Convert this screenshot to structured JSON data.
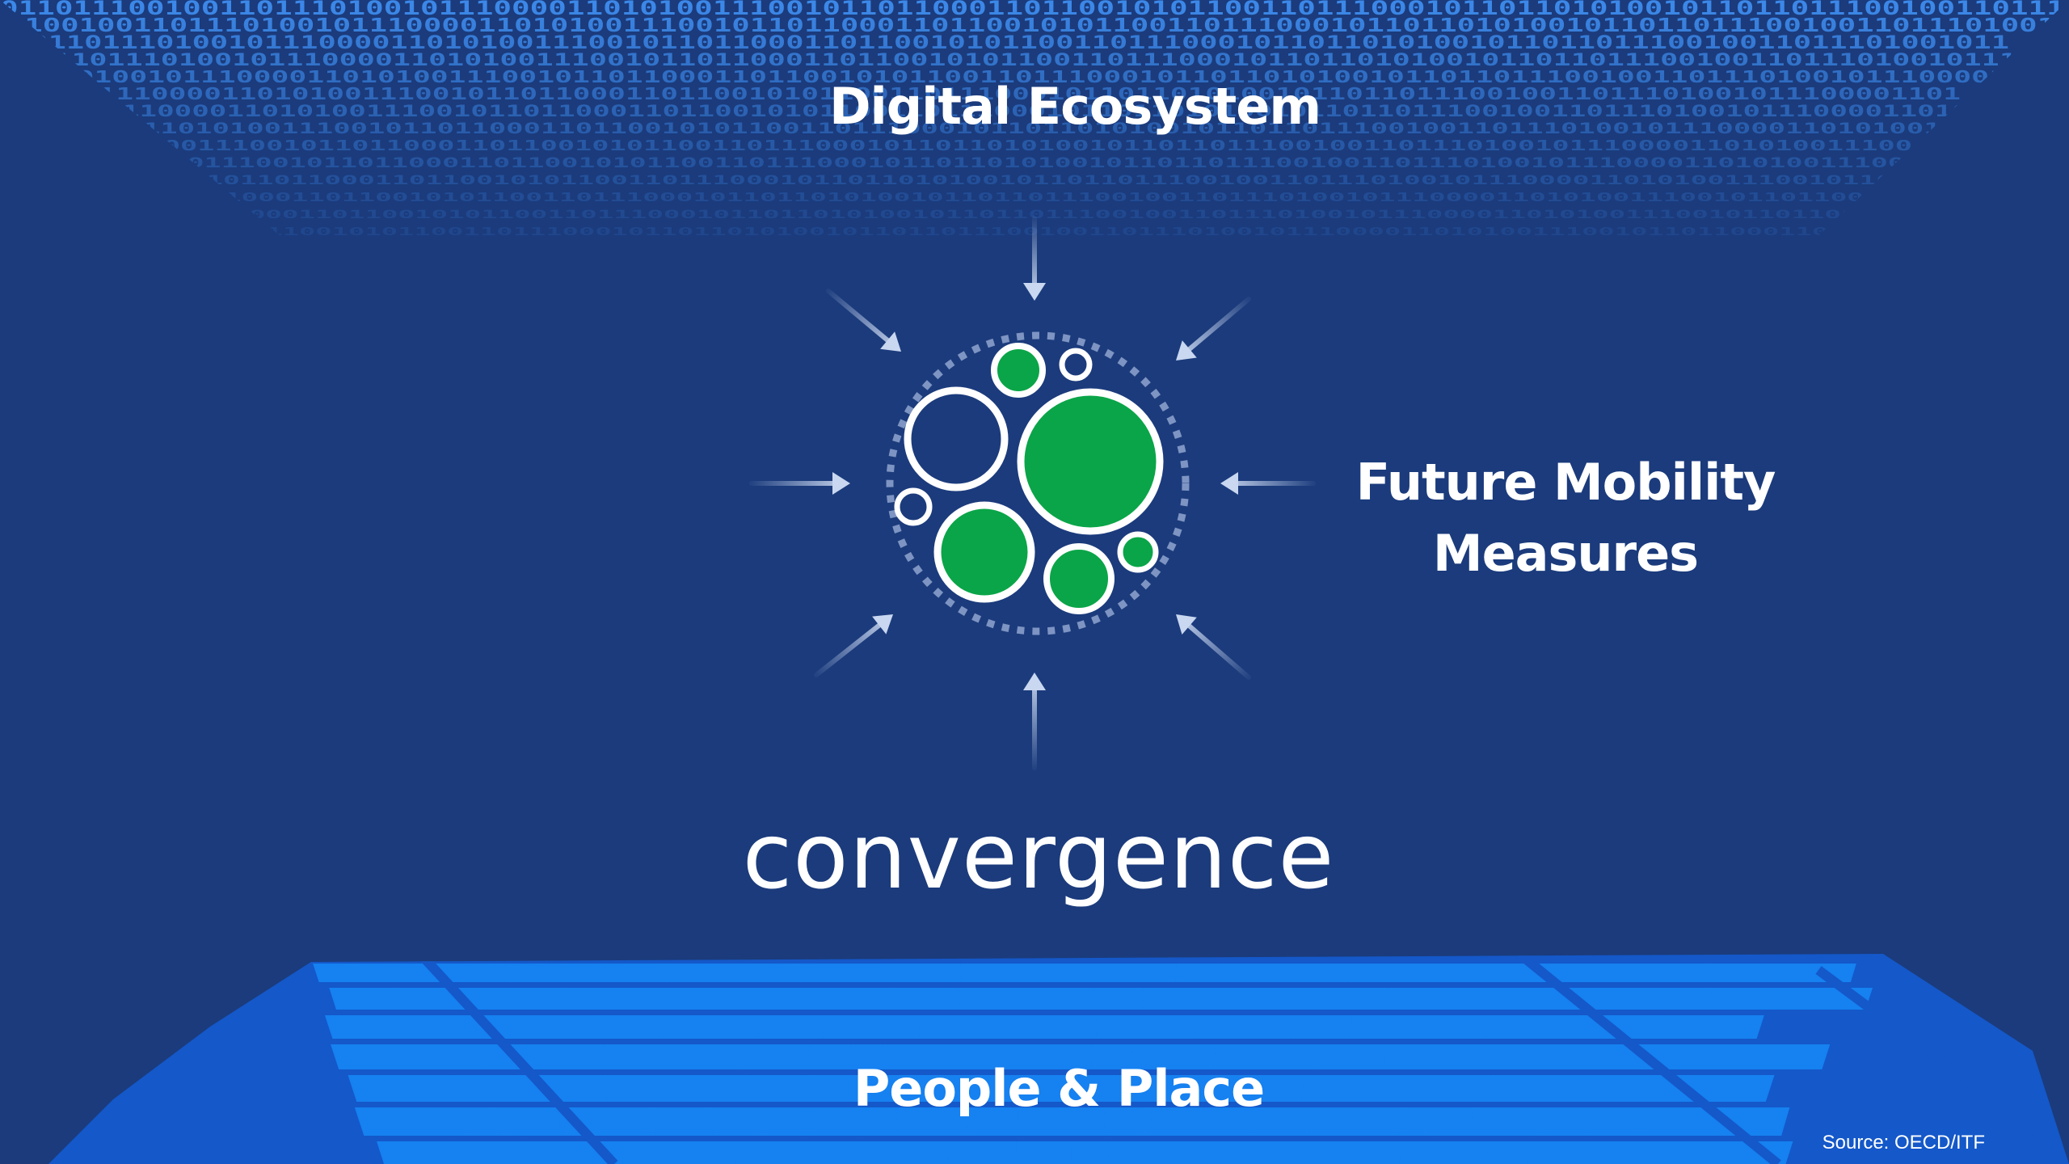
{
  "slide": {
    "labels": {
      "digital_ecosystem": "Digital Ecosystem",
      "future_mobility_line1": "Future Mobility",
      "future_mobility_line2": "Measures",
      "convergence": "convergence",
      "people_place": "People & Place",
      "source": "Source: OECD/ITF"
    },
    "binary_ribbon_text": "01101110010011011101001011100001101010011100101101100011011001010110011011100010110110101001011",
    "colors": {
      "background": "#1b3b7c",
      "binary_digits": "#3f8ef0",
      "city_map": "#1681f0",
      "circle_green": "#0aa548",
      "circle_outline": "#ffffff",
      "arrows": "#c9d7f0",
      "text": "#ffffff"
    },
    "icons": {
      "center": "convergence-circles-icon",
      "arrows": "inward-arrow-icon"
    }
  }
}
